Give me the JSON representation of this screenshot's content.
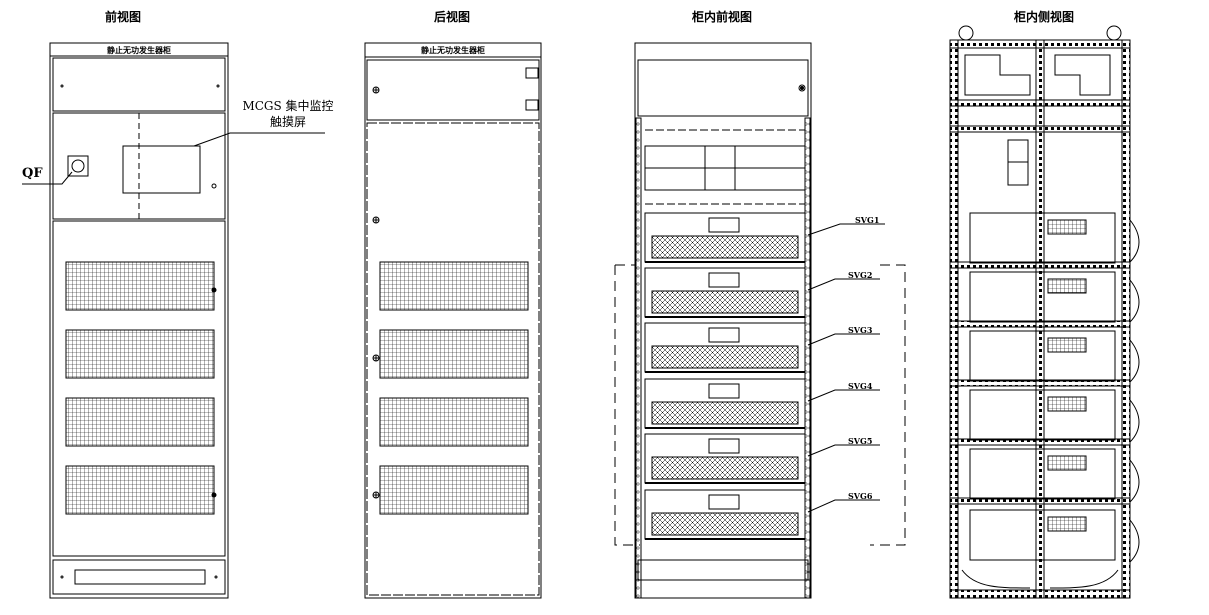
{
  "views": [
    {
      "id": "front",
      "title": "前视图"
    },
    {
      "id": "rear",
      "title": "后视图"
    },
    {
      "id": "inner-front",
      "title": "柜内前视图"
    },
    {
      "id": "inner-side",
      "title": "柜内侧视图"
    }
  ],
  "cabinet_name": "静止无功发生器柜",
  "callouts": {
    "touchscreen_line1": "MCGS 集中监控",
    "touchscreen_line2": "触摸屏",
    "breaker": "QF"
  },
  "modules": [
    "SVG1",
    "SVG2",
    "SVG3",
    "SVG4",
    "SVG5",
    "SVG6"
  ],
  "colors": {
    "line": "#000000",
    "background": "#ffffff"
  }
}
